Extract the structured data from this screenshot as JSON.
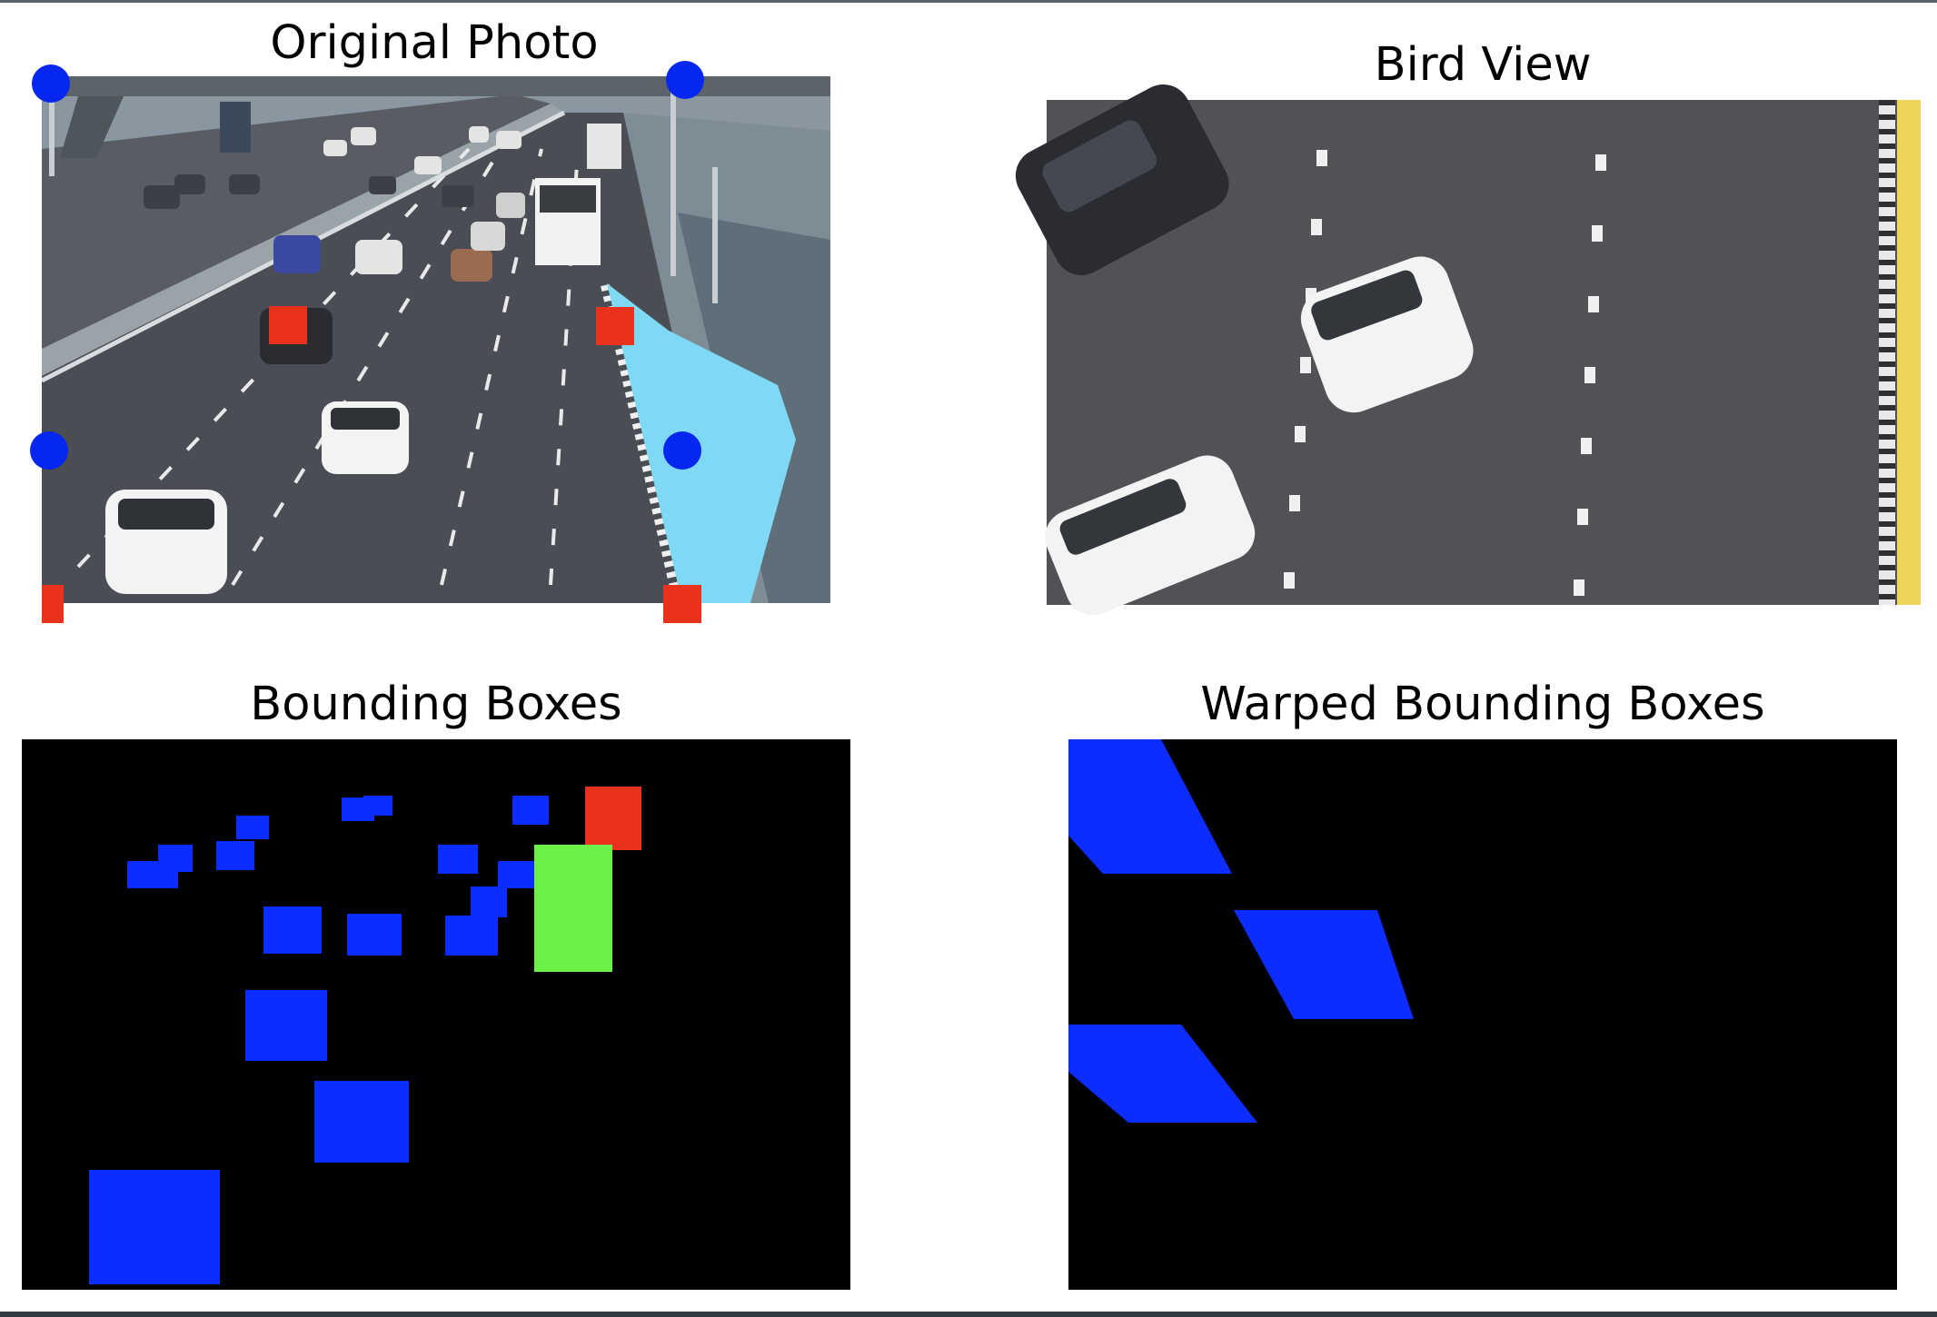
{
  "figure": {
    "panels": [
      {
        "id": "original",
        "title": "Original Photo",
        "content": "photo"
      },
      {
        "id": "bird",
        "title": "Bird View",
        "content": "photo"
      },
      {
        "id": "bbox",
        "title": "Bounding Boxes",
        "content": "mask"
      },
      {
        "id": "warped",
        "title": "Warped Bounding Boxes",
        "content": "mask"
      }
    ]
  },
  "colors": {
    "mask_background": "#000000",
    "box_blue": "#0d2cff",
    "box_red": "#e8321c",
    "box_green": "#6cf04a",
    "marker_blue": "#0627f0",
    "marker_red": "#e8321c",
    "roi_cyan": "#7fd8f4",
    "road": "#4a4d53",
    "lane_marking": "#e9e9e9",
    "car_white": "#f3f3f3",
    "car_dark": "#2a2c31"
  },
  "legend_icons": {
    "points": "circle-marker-icon",
    "corners": "square-marker-icon"
  }
}
